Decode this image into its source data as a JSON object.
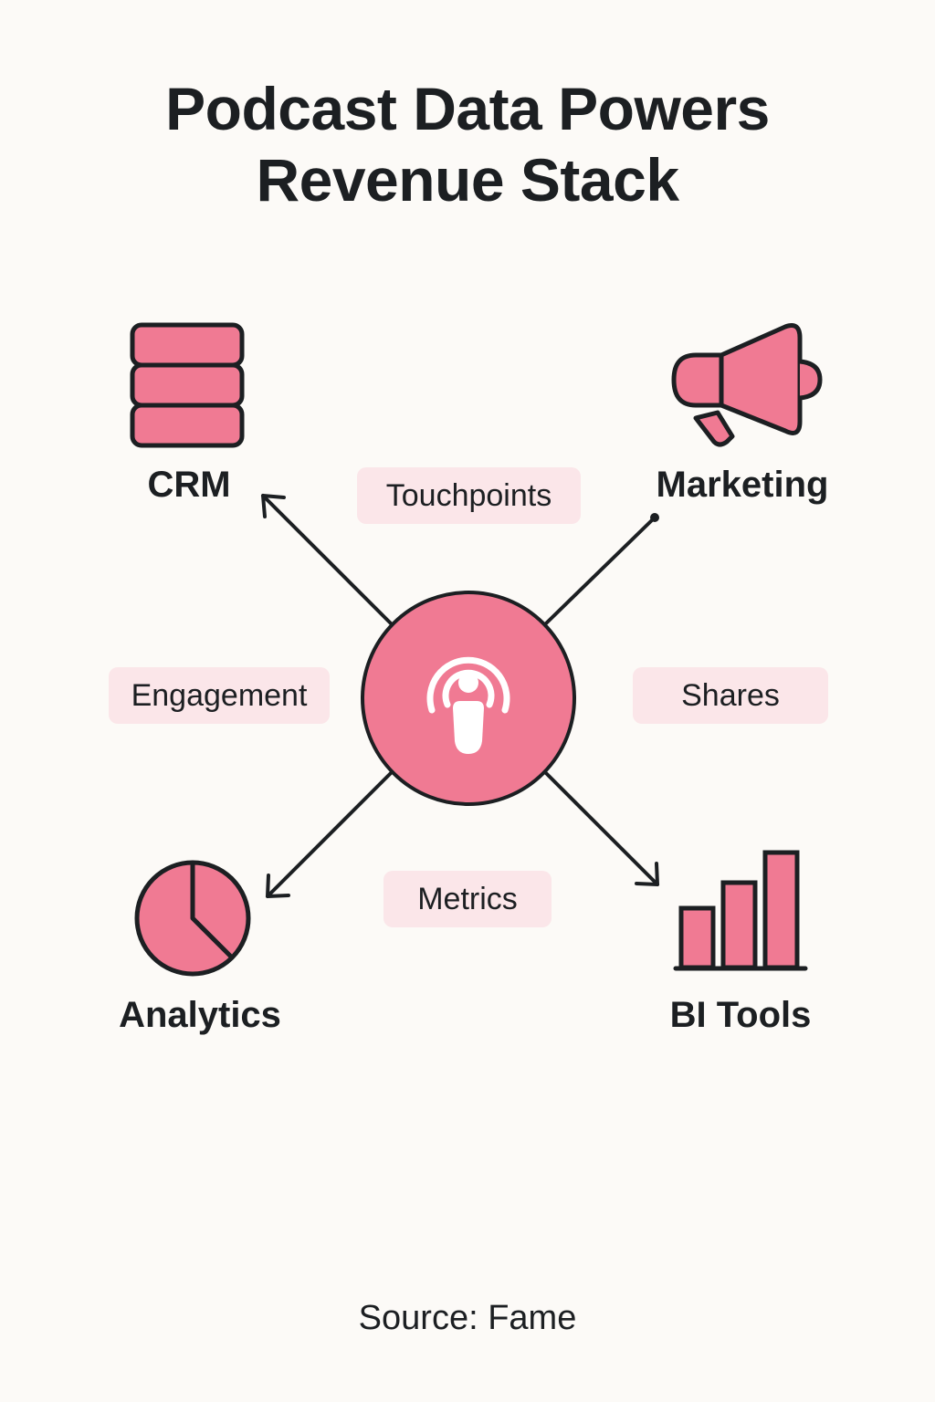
{
  "title": {
    "line1": "Podcast Data Powers",
    "line2": "Revenue Stack"
  },
  "center": {
    "icon": "podcast-icon"
  },
  "nodes": {
    "crm": {
      "label": "CRM",
      "icon": "database-stack-icon"
    },
    "marketing": {
      "label": "Marketing",
      "icon": "megaphone-icon"
    },
    "analytics": {
      "label": "Analytics",
      "icon": "pie-chart-icon"
    },
    "bi_tools": {
      "label": "BI Tools",
      "icon": "bar-chart-icon"
    }
  },
  "edge_labels": {
    "touchpoints": "Touchpoints",
    "engagement": "Engagement",
    "shares": "Shares",
    "metrics": "Metrics"
  },
  "source": "Source: Fame",
  "colors": {
    "accent": "#f07a93",
    "outline": "#1c1f22",
    "chip_bg": "#fbe6e9",
    "background": "#fcfaf7"
  }
}
